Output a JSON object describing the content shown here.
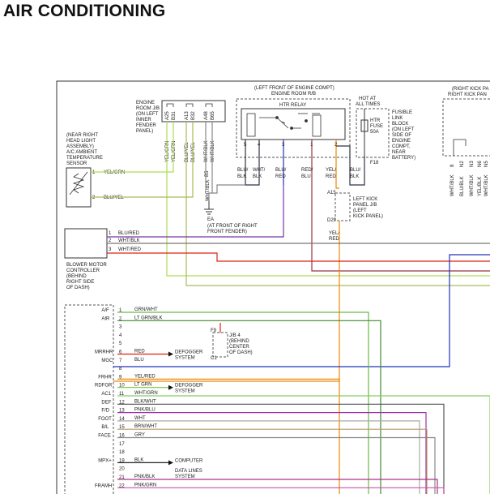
{
  "title": "AIR CONDITIONING",
  "colors": {
    "BLU": "#2233bb",
    "RED": "#dd2211",
    "YEL": "#ee8800",
    "GRN": "#33aa22",
    "LTGRN": "#99dd44",
    "WHT": "#999999",
    "BLK": "#222222",
    "PNK": "#dd55cc",
    "VIO": "#7722aa",
    "GRY": "#777777",
    "BRN": "#996633",
    "YELGRN": "#aadd55"
  },
  "header": {
    "left_front": "(LEFT FRONT OF ENGINE COMPT)",
    "engine_room": "ENGINE ROOM R/B",
    "htr_relay": "HTR RELAY",
    "hot_at": "HOT AT",
    "all_times": "ALL TIMES",
    "right_kick": "(RIGHT KICK PA",
    "right_kick2": "RIGHT KICK PAN"
  },
  "fusible": [
    "FUSIBLE",
    "LINK",
    "BLOCK",
    "(ON LEFT",
    "SIDE OF",
    "ENGINE",
    "COMPT,",
    "NEAR",
    "BATTERY)"
  ],
  "fuse": {
    "name": "HTR",
    "line2": "FUSE",
    "amp": "50A",
    "id": "F18"
  },
  "engine_room_jb": [
    "ENGINE",
    "ROOM J/B",
    "(ON LEFT",
    "INNER",
    "FENDER",
    "PANEL)"
  ],
  "engine_pins": [
    "A25",
    "B31",
    "A13",
    "B32",
    "A48",
    "B65"
  ],
  "engine_wires": [
    "YEL/GRN",
    "YEL/GRN",
    "BLU/YEL",
    "BLU/YEL",
    "WHT/BLK",
    "WHT/BLK"
  ],
  "wht_blk_b5": "WHT/BLK",
  "b5": "B5",
  "ea": {
    "label": "EA",
    "loc1": "(AT FRONT OF RIGHT",
    "loc2": "FRONT FENDER)"
  },
  "relay_pins": [
    "5",
    "4",
    "3",
    "1",
    "2"
  ],
  "relay_wires": [
    [
      "BLU/",
      "BLK"
    ],
    [
      "WHT/",
      "BLK"
    ],
    [
      "BLU/",
      "RED"
    ],
    [
      "RED/",
      "BLU"
    ],
    [
      "YEL/",
      "RED"
    ],
    [
      "BLU/",
      "BLK"
    ]
  ],
  "ambient_sensor": {
    "label": [
      "(NEAR RIGHT",
      "HEAD LIGHT",
      "ASSEMBLY)",
      "A/C AMBIENT",
      "TEMPERATURE",
      "SENSOR"
    ],
    "pin1": "1",
    "pin2": "2",
    "wire1": "YEL/GRN",
    "wire2": "BLU/YEL"
  },
  "left_kick": {
    "a15": "A15",
    "d29": "D29",
    "label": [
      "LEFT KICK",
      "PANEL J/B",
      "(LEFT",
      "KICK PANEL)"
    ],
    "wire": [
      "YEL/",
      "RED"
    ]
  },
  "blower": {
    "label": [
      "BLOWER MOTOR",
      "CONTROLLER",
      "(BEHIND",
      "RIGHT SIDE",
      "OF DASH)"
    ],
    "pins": [
      "1",
      "2",
      "3"
    ],
    "wires": [
      "BLU/RED",
      "WHT/BLK",
      "WHT/RED"
    ]
  },
  "jb4": {
    "f9": "F9",
    "c1": "C1",
    "label": [
      "J/B 4",
      "(BEHIND",
      "CENTER",
      "OF DASH)"
    ]
  },
  "connector_rows": [
    {
      "label": "A/F",
      "pin": "1",
      "wire": "GRN/WHT",
      "note": ""
    },
    {
      "label": "AIR",
      "pin": "2",
      "wire": "LT GRN/BLK",
      "note": ""
    },
    {
      "label": "",
      "pin": "3",
      "wire": "",
      "note": ""
    },
    {
      "label": "",
      "pin": "4",
      "wire": "",
      "note": ""
    },
    {
      "label": "",
      "pin": "5",
      "wire": "",
      "note": ""
    },
    {
      "label": "MRRHR",
      "pin": "6",
      "wire": "RED",
      "note": "DEFOGGER"
    },
    {
      "label": "MGC",
      "pin": "7",
      "wire": "BLU",
      "note": ""
    },
    {
      "label": "",
      "pin": "8",
      "wire": "",
      "note": ""
    },
    {
      "label": "FRHR",
      "pin": "9",
      "wire": "YEL/RED",
      "note": ""
    },
    {
      "label": "RDFGR",
      "pin": "10",
      "wire": "LT GRN",
      "note": "DEFOGGER"
    },
    {
      "label": "AC1",
      "pin": "11",
      "wire": "WHT/GRN",
      "note": ""
    },
    {
      "label": "DEF",
      "pin": "12",
      "wire": "BLK/WHT",
      "note": ""
    },
    {
      "label": "F/D",
      "pin": "13",
      "wire": "PNK/BLU",
      "note": ""
    },
    {
      "label": "FOOT",
      "pin": "14",
      "wire": "WHT",
      "note": ""
    },
    {
      "label": "B/L",
      "pin": "15",
      "wire": "BRN/WHT",
      "note": ""
    },
    {
      "label": "FACE",
      "pin": "16",
      "wire": "GRY",
      "note": ""
    },
    {
      "label": "",
      "pin": "17",
      "wire": "",
      "note": ""
    },
    {
      "label": "",
      "pin": "18",
      "wire": "",
      "note": ""
    },
    {
      "label": "MPX+",
      "pin": "19",
      "wire": "BLK",
      "note": "COMPUTER"
    },
    {
      "label": "",
      "pin": "20",
      "wire": "",
      "note": ""
    },
    {
      "label": "",
      "pin": "21",
      "wire": "PNK/BLK",
      "note": ""
    },
    {
      "label": "FRAMH",
      "pin": "22",
      "wire": "PNK/GRN",
      "note": ""
    }
  ],
  "defogger_system": "SYSTEM",
  "computer_lines": [
    "DATA LINES",
    "SYSTEM"
  ],
  "right_wires": [
    "WHT/BLK",
    "BLU/BLK",
    "WHT/BLK",
    "YEL/BLK",
    "WHT/BLK"
  ],
  "right_pins": [
    "8",
    "N2",
    "N3",
    "N6",
    "N5"
  ]
}
